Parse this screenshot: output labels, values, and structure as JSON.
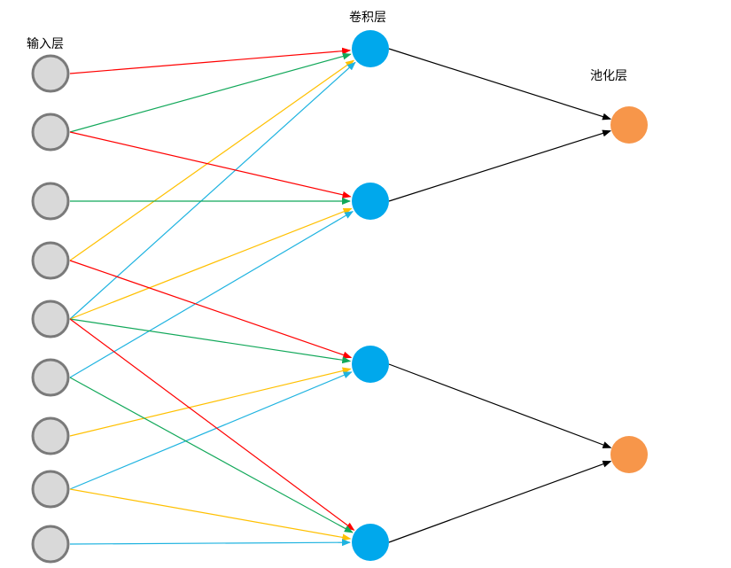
{
  "labels": {
    "input_layer": "输入层",
    "conv_layer": "卷积层",
    "pool_layer": "池化层"
  },
  "colors": {
    "input_fill": "#d9d9d9",
    "input_stroke": "#7a7a7a",
    "conv_fill": "#00a8ec",
    "pool_fill": "#f7964a",
    "red": "#ff0000",
    "green": "#12a85a",
    "yellow": "#ffc000",
    "cyan": "#1eb3e0",
    "black": "#000000"
  },
  "layers": {
    "input": {
      "count": 9
    },
    "conv": {
      "count": 4
    },
    "pool": {
      "count": 2
    }
  },
  "connections": [
    {
      "from": 0,
      "to": 0,
      "color": "red"
    },
    {
      "from": 1,
      "to": 0,
      "color": "green"
    },
    {
      "from": 3,
      "to": 0,
      "color": "yellow"
    },
    {
      "from": 4,
      "to": 0,
      "color": "cyan"
    },
    {
      "from": 1,
      "to": 1,
      "color": "red"
    },
    {
      "from": 2,
      "to": 1,
      "color": "green"
    },
    {
      "from": 4,
      "to": 1,
      "color": "yellow"
    },
    {
      "from": 5,
      "to": 1,
      "color": "cyan"
    },
    {
      "from": 3,
      "to": 2,
      "color": "red"
    },
    {
      "from": 4,
      "to": 2,
      "color": "green"
    },
    {
      "from": 6,
      "to": 2,
      "color": "yellow"
    },
    {
      "from": 7,
      "to": 2,
      "color": "cyan"
    },
    {
      "from": 4,
      "to": 3,
      "color": "red"
    },
    {
      "from": 5,
      "to": 3,
      "color": "green"
    },
    {
      "from": 7,
      "to": 3,
      "color": "yellow"
    },
    {
      "from": 8,
      "to": 3,
      "color": "cyan"
    }
  ],
  "pool_connections": [
    {
      "from": 0,
      "to": 0
    },
    {
      "from": 1,
      "to": 0
    },
    {
      "from": 2,
      "to": 1
    },
    {
      "from": 3,
      "to": 1
    }
  ]
}
